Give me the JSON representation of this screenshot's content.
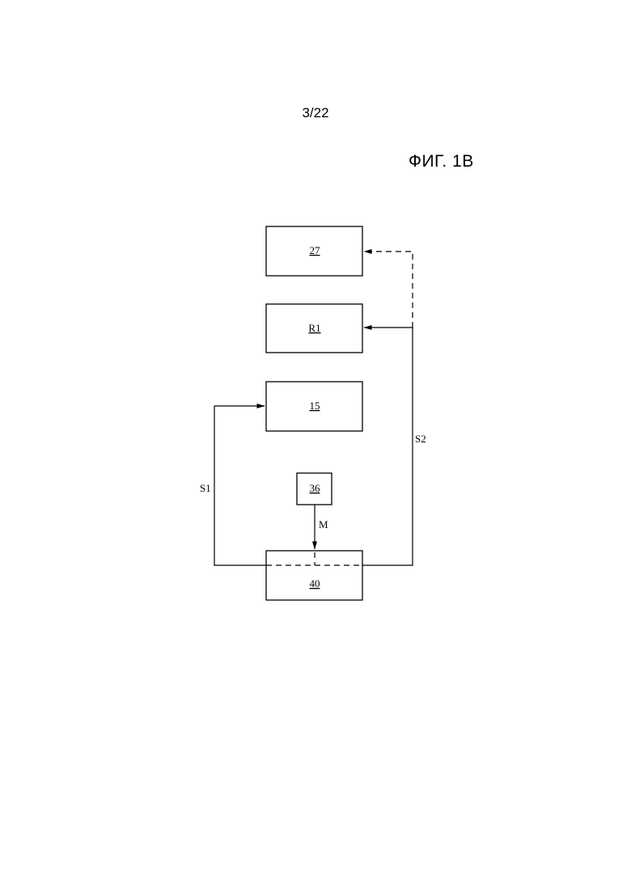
{
  "header": {
    "page_number": "3/22",
    "figure_title": "ФИГ. 1В"
  },
  "diagram": {
    "blocks": {
      "b27": "27",
      "r1": "R1",
      "b15": "15",
      "b36": "36",
      "b40": "40"
    },
    "signals": {
      "s1": "S1",
      "s2": "S2",
      "m": "M"
    }
  }
}
